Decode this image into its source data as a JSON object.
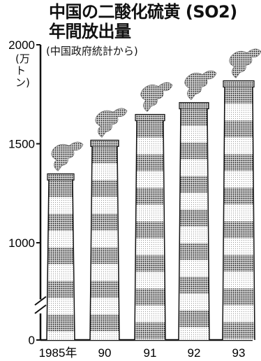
{
  "title_line1": "中国の二酸化硫黄 (SO2)",
  "title_line2": "年間放出量",
  "source_note": "(中国政府統計から)",
  "unit": "(万トン)",
  "chart_data": {
    "type": "bar",
    "title": "中国の二酸化硫黄 (SO2) 年間放出量",
    "ylabel": "(万トン)",
    "categories": [
      "1985年",
      "90",
      "91",
      "92",
      "93"
    ],
    "values": [
      1320,
      1490,
      1620,
      1680,
      1790
    ],
    "yticks": [
      0,
      1000,
      1500,
      2000
    ],
    "ylim": [
      0,
      2000
    ],
    "axis_break": true,
    "style": "smokestack pictogram"
  }
}
